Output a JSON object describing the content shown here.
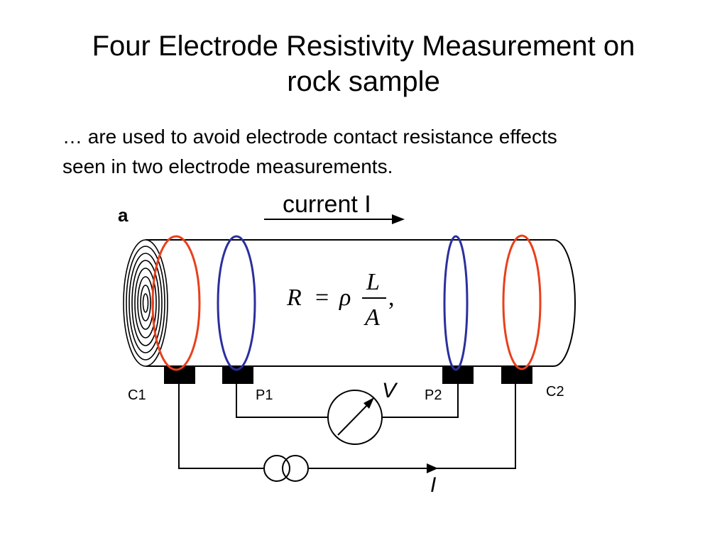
{
  "slide": {
    "title_line1": "Four Electrode Resistivity Measurement on",
    "title_line2": "rock sample",
    "subtitle_line1": "… are used to avoid electrode contact resistance effects",
    "subtitle_line2": "seen in two electrode measurements."
  },
  "diagram": {
    "panel_label": "a",
    "current_label": "current I",
    "formula": {
      "lhs": "R",
      "eq": "=",
      "rho": "ρ",
      "numerator": "L",
      "denominator": "A",
      "trail": ","
    },
    "electrodes": {
      "c1": "C1",
      "p1": "P1",
      "p2": "P2",
      "c2": "C2"
    },
    "voltmeter_label": "V",
    "source_label": "I",
    "colors": {
      "current_electrode": "#e8401c",
      "potential_electrode": "#2b2f9c",
      "line": "#000000"
    }
  }
}
